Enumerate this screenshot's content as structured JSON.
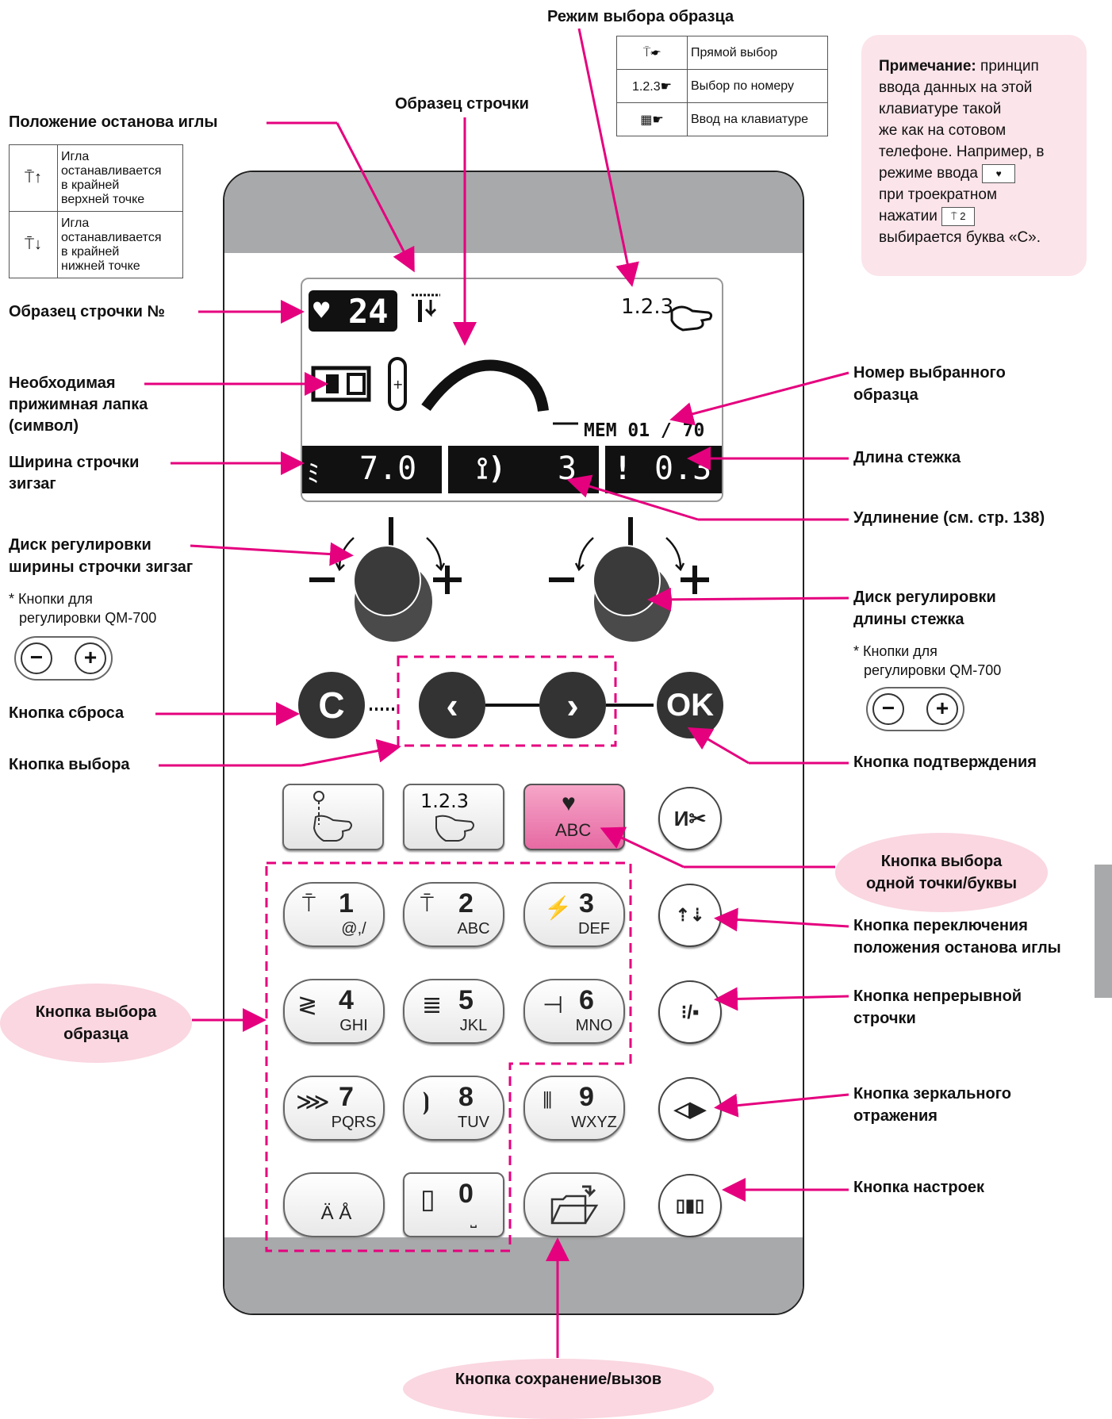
{
  "labels": {
    "mode_select": "Режим выбора образца",
    "stitch_pattern": "Образец строчки",
    "needle_stop": "Положение останова иглы",
    "pattern_no": "Образец строчки №",
    "presser_foot_1": "Необходимая",
    "presser_foot_2": "прижимная лапка",
    "presser_foot_3": "(символ)",
    "zigzag_width_1": "Ширина строчки",
    "zigzag_width_2": "зигзаг",
    "width_dial_1": "Диск регулировки",
    "width_dial_2": "ширины строчки зигзаг",
    "qm_note_left_1": "* Кнопки для",
    "qm_note_left_2": "регулировки QM-700",
    "clear_button": "Кнопка сброса",
    "select_button": "Кнопка выбора",
    "selected_number_1": "Номер выбранного",
    "selected_number_2": "образца",
    "stitch_length": "Длина стежка",
    "elongation": "Удлинение (см. стр. 138)",
    "length_dial_1": "Диск регулировки",
    "length_dial_2": "длины стежка",
    "qm_note_right_1": "* Кнопки для",
    "qm_note_right_2": "регулировки QM-700",
    "ok_button": "Кнопка подтверждения",
    "single_letter_1": "Кнопка выбора",
    "single_letter_2": "одной точки/буквы",
    "needle_switch_1": "Кнопка переключения",
    "needle_switch_2": "положения останова иглы",
    "continuous_1": "Кнопка непрерывной",
    "continuous_2": "строчки",
    "mirror_1": "Кнопка зеркального",
    "mirror_2": "отражения",
    "settings": "Кнопка настроек",
    "pattern_select_1": "Кнопка выбора",
    "pattern_select_2": "образца",
    "save_recall": "Кнопка сохранение/вызов"
  },
  "mode_table": [
    {
      "text": "Прямой выбор"
    },
    {
      "text": "Выбор по номеру"
    },
    {
      "text": "Ввод на клавиатуре"
    }
  ],
  "needle_table": [
    [
      "Игла",
      "останавливается",
      "в крайней",
      "верхней точке"
    ],
    [
      "Игла",
      "останавливается",
      "в крайней",
      "нижней точке"
    ]
  ],
  "note": {
    "title": "Примечание:",
    "lines": [
      "принцип",
      "ввода данных на этой",
      "клавиатуре такой",
      "же как на сотовом",
      "телефоне. Например, в",
      "режиме ввода",
      "при троекратном",
      "нажатии",
      "выбирается буква «С»."
    ]
  },
  "lcd": {
    "pattern_number": "24",
    "mem": "MEM 01 / 70",
    "width_value": "7.0",
    "elong_value": "3",
    "length_value": "0.3",
    "mode_num": "1.2.3"
  },
  "keys": [
    {
      "num": "1",
      "letters": "@,/"
    },
    {
      "num": "2",
      "letters": "ABC"
    },
    {
      "num": "3",
      "letters": "DEF"
    },
    {
      "num": "4",
      "letters": "GHI"
    },
    {
      "num": "5",
      "letters": "JKL"
    },
    {
      "num": "6",
      "letters": "MNO"
    },
    {
      "num": "7",
      "letters": "PQRS"
    },
    {
      "num": "8",
      "letters": "TUV"
    },
    {
      "num": "9",
      "letters": "WXYZ"
    },
    {
      "num": "",
      "letters": "Ä  Å"
    },
    {
      "num": "0",
      "letters": "⎵"
    }
  ],
  "mode_buttons": {
    "num_label": "1.2.3",
    "abc_label": "ABC"
  },
  "nav": {
    "clear": "C",
    "ok": "OK"
  },
  "colors": {
    "accent": "#e5007e",
    "pink_fill": "#fad7e1",
    "panel_band": "#a7a9ab"
  }
}
